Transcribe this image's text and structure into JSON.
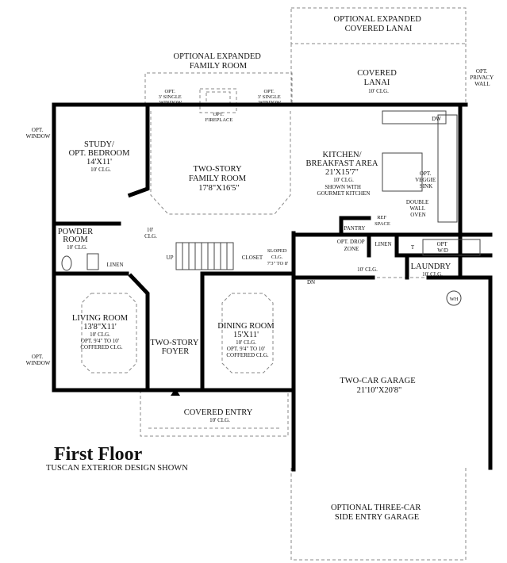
{
  "title": "First Floor",
  "subtitle": "TUSCAN EXTERIOR DESIGN SHOWN",
  "rooms": {
    "opt_expanded_lanai": [
      "OPTIONAL EXPANDED",
      "COVERED LANAI"
    ],
    "covered_lanai": [
      "COVERED",
      "LANAI",
      "10' CLG."
    ],
    "opt_privacy_wall": [
      "OPT.",
      "PRIVACY",
      "WALL"
    ],
    "opt_expanded_family": [
      "OPTIONAL EXPANDED",
      "FAMILY ROOM"
    ],
    "opt_window_left": [
      "OPT.",
      "3' SINGLE",
      "WINDOW"
    ],
    "opt_window_right": [
      "OPT.",
      "3' SINGLE",
      "WINDOW"
    ],
    "opt_fireplace": [
      "OPT.",
      "FIREPLACE"
    ],
    "dw": "DW",
    "study": [
      "STUDY/",
      "OPT. BEDROOM",
      "14'X11'",
      "10' CLG."
    ],
    "family_room": [
      "TWO-STORY",
      "FAMILY ROOM",
      "17'8\"X16'5\""
    ],
    "kitchen": [
      "KITCHEN/",
      "BREAKFAST AREA",
      "21'X15'7\"",
      "10' CLG."
    ],
    "gourmet": [
      "SHOWN WITH",
      "GOURMET KITCHEN"
    ],
    "veggie_sink": [
      "OPT.",
      "VEGGIE",
      "SINK"
    ],
    "double_oven": [
      "DOUBLE",
      "WALL",
      "OVEN"
    ],
    "pantry": "PANTRY",
    "ref_space": [
      "REF",
      "SPACE"
    ],
    "opt_window_study": [
      "OPT.",
      "WINDOW"
    ],
    "powder": [
      "POWDER",
      "ROOM",
      "10' CLG."
    ],
    "hall_clg": [
      "10'",
      "CLG."
    ],
    "up": "UP",
    "closet": "CLOSET",
    "sloped": [
      "SLOPED",
      "CLG.",
      "7'3\" TO 8'"
    ],
    "opt_drop_zone": [
      "OPT. DROP",
      "ZONE"
    ],
    "linen_right": "LINEN",
    "t": "T",
    "opt_wd": [
      "OPT",
      "W/D"
    ],
    "mud_clg": "10' CLG.",
    "laundry": [
      "LAUNDRY",
      "10' CLG."
    ],
    "linen_left": "LINEN",
    "dn": "DN",
    "wh": "WH",
    "living": [
      "LIVING ROOM",
      "13'8\"X11'",
      "10' CLG.",
      "OPT. 9'4\" TO 10'",
      "COFFERED CLG."
    ],
    "opt_window_living": [
      "OPT.",
      "WINDOW"
    ],
    "foyer": [
      "TWO-STORY",
      "FOYER"
    ],
    "dining": [
      "DINING ROOM",
      "15'X11'",
      "10' CLG.",
      "OPT. 9'4\" TO 10'",
      "COFFERED CLG."
    ],
    "garage": [
      "TWO-CAR GARAGE",
      "21'10\"X20'8\""
    ],
    "covered_entry": [
      "COVERED ENTRY",
      "10' CLG."
    ],
    "opt_three_car": [
      "OPTIONAL THREE-CAR",
      "SIDE ENTRY GARAGE"
    ]
  }
}
